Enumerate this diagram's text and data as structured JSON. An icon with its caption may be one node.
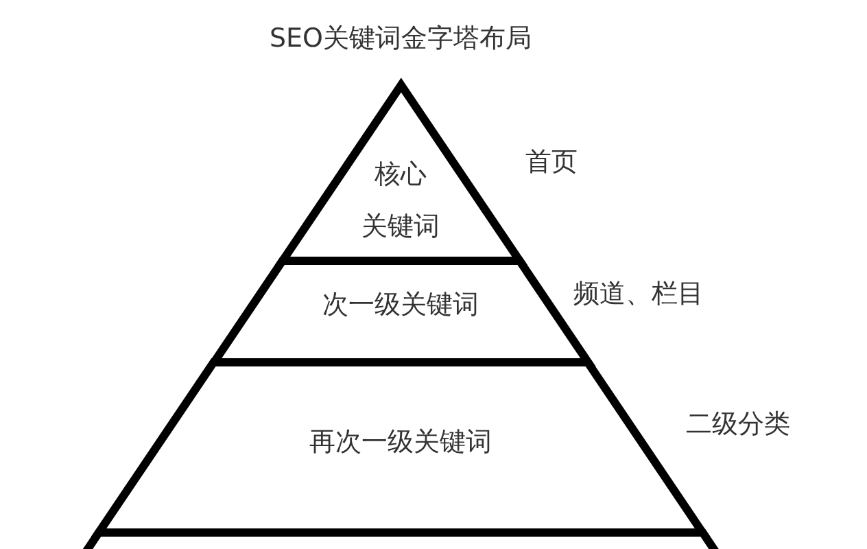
{
  "diagram": {
    "title": "SEO关键词金字塔布局",
    "nodes": [
      {
        "text": [
          "核心",
          "关键词"
        ],
        "beside": [
          "首页"
        ]
      },
      {
        "text": [
          "次一级关键词"
        ],
        "beside": [
          "频道、栏目"
        ]
      },
      {
        "text": [
          "再次一级关键词"
        ],
        "beside": [
          "二级分类"
        ]
      },
      {
        "text": [],
        "shape": "trapezoid"
      }
    ]
  }
}
